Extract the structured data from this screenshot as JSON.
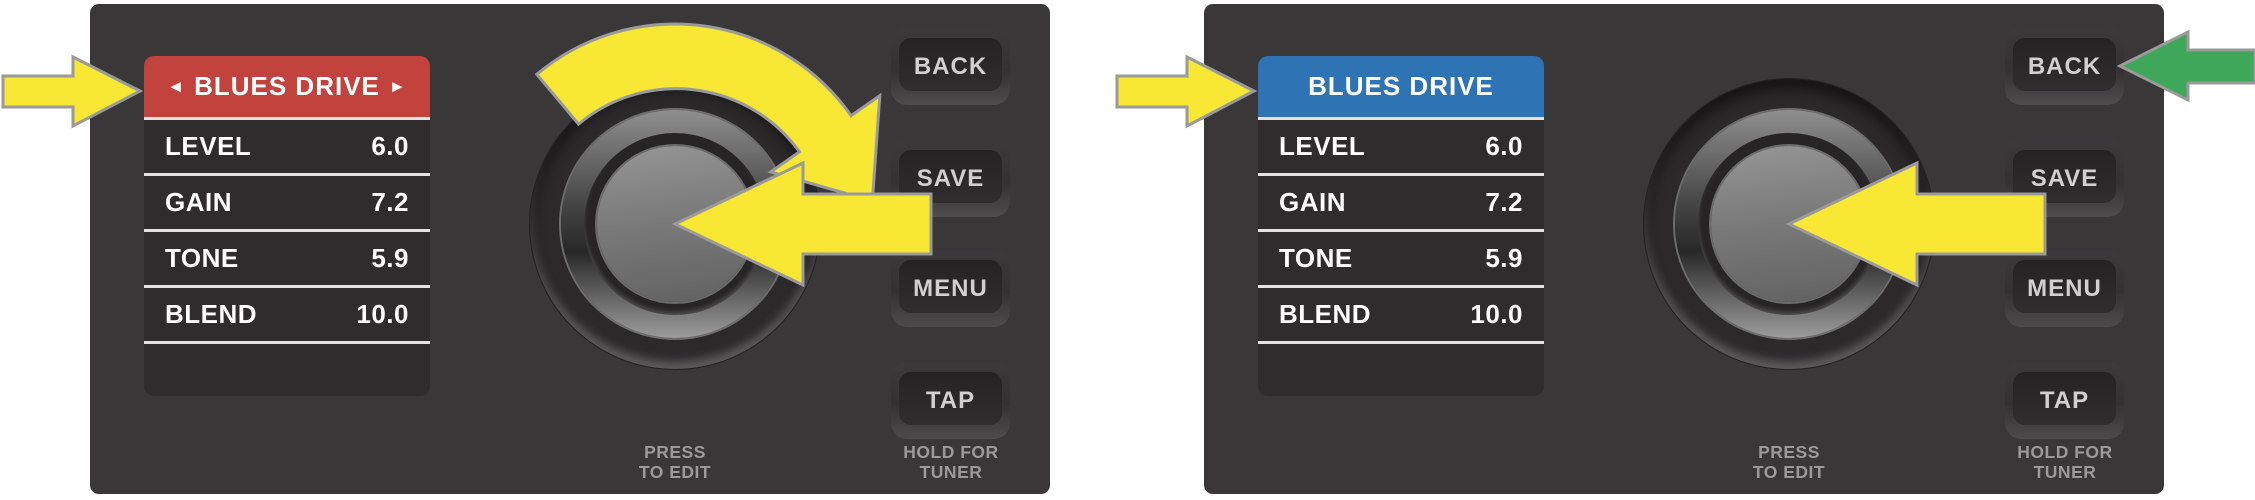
{
  "colors": {
    "page_bg": "#ffffff",
    "panel_bg": "#393738",
    "screen_row_bg": "#2e2c2d",
    "screen_divider": "#e2e2e2",
    "header_red": "#c2423e",
    "header_blue": "#2e74b5",
    "arrow_yellow": "#f8e733",
    "arrow_green": "#3fa75a",
    "arrow_outline": "#9a9a9a",
    "param_text": "#ffffff",
    "button_label": "#d1d0d0",
    "caption_gray": "#9b9a9a"
  },
  "panels": [
    {
      "side": "left",
      "screen": {
        "header": {
          "color": "#c2423e",
          "prev_icon": "◄",
          "title": "BLUES DRIVE",
          "next_icon": "►"
        },
        "params": [
          {
            "label": "LEVEL",
            "value": "6.0"
          },
          {
            "label": "GAIN",
            "value": "7.2"
          },
          {
            "label": "TONE",
            "value": "5.9"
          },
          {
            "label": "BLEND",
            "value": "10.0"
          }
        ]
      },
      "knob": {
        "caption": [
          "PRESS",
          "TO EDIT"
        ]
      },
      "buttons": [
        {
          "label": "BACK"
        },
        {
          "label": "SAVE"
        },
        {
          "label": "MENU"
        },
        {
          "label": "TAP",
          "caption": [
            "HOLD FOR",
            "TUNER"
          ]
        }
      ],
      "annotations": {
        "header_arrow": true,
        "rotate_arrow": true,
        "knob_arrow": true,
        "back_arrow": false
      }
    },
    {
      "side": "right",
      "screen": {
        "header": {
          "color": "#2e74b5",
          "prev_icon": "",
          "title": "BLUES DRIVE",
          "next_icon": ""
        },
        "params": [
          {
            "label": "LEVEL",
            "value": "6.0"
          },
          {
            "label": "GAIN",
            "value": "7.2"
          },
          {
            "label": "TONE",
            "value": "5.9"
          },
          {
            "label": "BLEND",
            "value": "10.0"
          }
        ]
      },
      "knob": {
        "caption": [
          "PRESS",
          "TO EDIT"
        ]
      },
      "buttons": [
        {
          "label": "BACK"
        },
        {
          "label": "SAVE"
        },
        {
          "label": "MENU"
        },
        {
          "label": "TAP",
          "caption": [
            "HOLD FOR",
            "TUNER"
          ]
        }
      ],
      "annotations": {
        "header_arrow": true,
        "rotate_arrow": false,
        "knob_arrow": true,
        "back_arrow": true
      }
    }
  ]
}
